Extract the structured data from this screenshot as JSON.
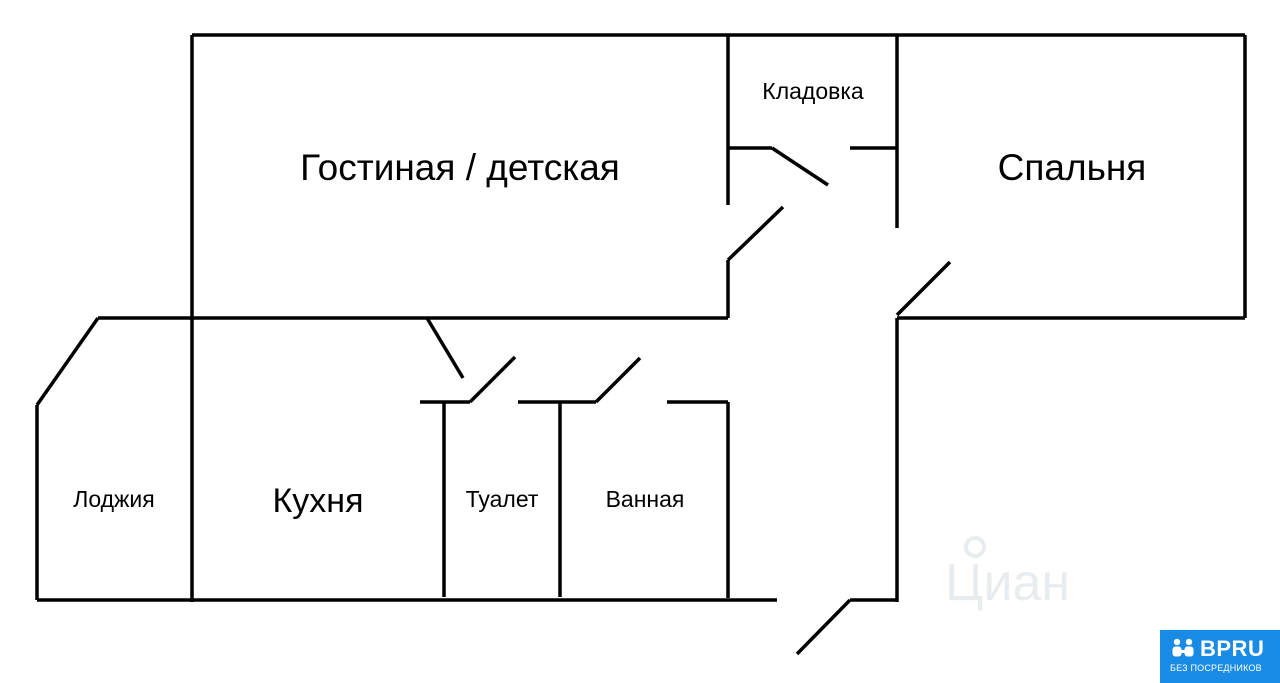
{
  "rooms": {
    "living": "Гостиная / детская",
    "pantry": "Кладовка",
    "bedroom": "Спальня",
    "loggia": "Лоджия",
    "kitchen": "Кухня",
    "toilet": "Туалет",
    "bathroom": "Ванная"
  },
  "watermark": {
    "text": "Циан"
  },
  "badge": {
    "brand": "BPRU",
    "tagline": "БЕЗ ПОСРЕДНИКОВ",
    "color": "#1a8be5"
  }
}
